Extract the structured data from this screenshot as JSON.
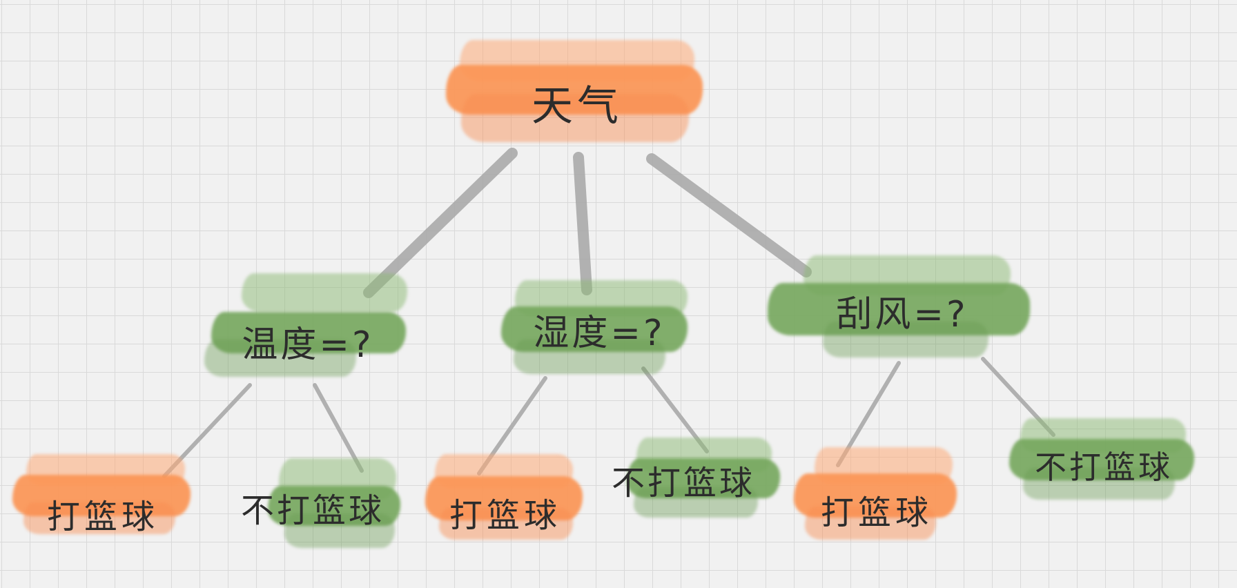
{
  "diagram": {
    "root": {
      "label": "天气",
      "color": "#fb9a5c"
    },
    "branches": [
      {
        "label": "温度=?",
        "color": "#79aa60"
      },
      {
        "label": "湿度=?",
        "color": "#79aa60"
      },
      {
        "label": "刮风=?",
        "color": "#79aa60"
      }
    ],
    "leaves": [
      {
        "label": "打篮球",
        "color": "#fb9a5c"
      },
      {
        "label": "不打篮球",
        "color": "#79aa60"
      },
      {
        "label": "打篮球",
        "color": "#fb9a5c"
      },
      {
        "label": "不打篮球",
        "color": "#79aa60"
      },
      {
        "label": "打篮球",
        "color": "#fb9a5c"
      },
      {
        "label": "不打篮球",
        "color": "#79aa60"
      }
    ],
    "edge_color": "#a9a9a9",
    "grid_color": "#d9d9d9"
  }
}
